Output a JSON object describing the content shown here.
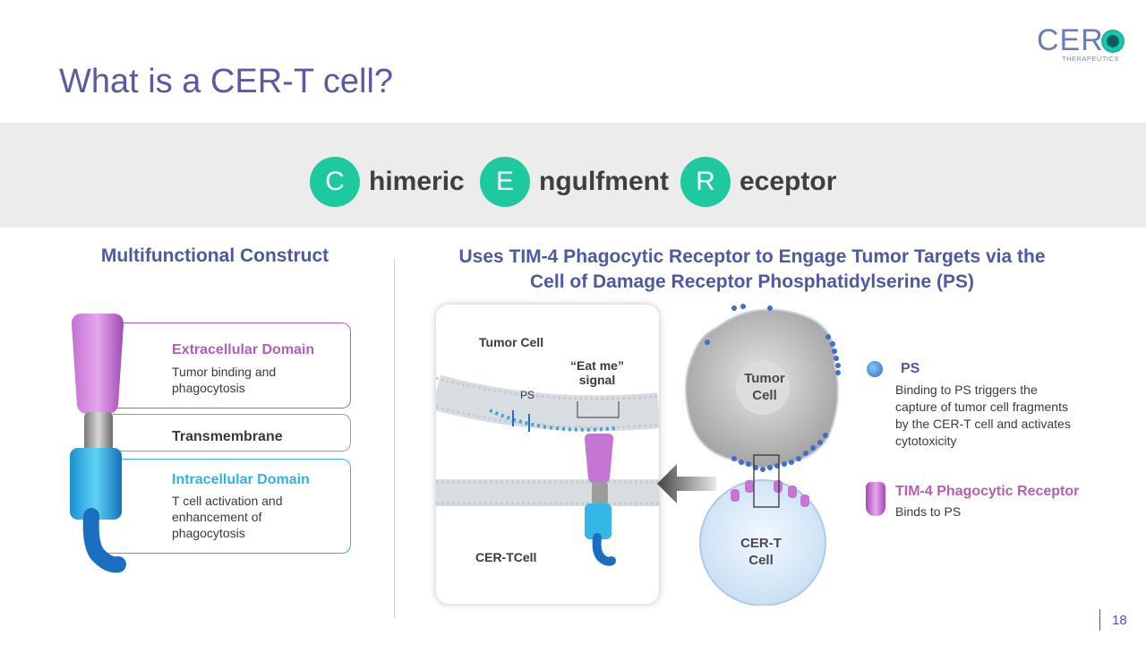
{
  "title": "What is a CER-T cell?",
  "logo": {
    "main": "CER",
    "sub": "THERAPEUTICS"
  },
  "acronym": [
    {
      "letter": "C",
      "rest": "himeric"
    },
    {
      "letter": "E",
      "rest": "ngulfment"
    },
    {
      "letter": "R",
      "rest": "eceptor"
    }
  ],
  "left": {
    "heading": "Multifunctional Construct",
    "extracellular": {
      "title": "Extracellular Domain",
      "desc1": "Tumor binding and",
      "desc2": "phagocytosis"
    },
    "transmembrane": {
      "title": "Transmembrane"
    },
    "intracellular": {
      "title": "Intracellular Domain",
      "desc1": "T cell activation and",
      "desc2": "enhancement of",
      "desc3": "phagocytosis"
    }
  },
  "right": {
    "heading_line1": "Uses TIM-4 Phagocytic Receptor to Engage Tumor Targets via the",
    "heading_line2": "Cell of Damage Receptor Phosphatidylserine (PS)",
    "panel": {
      "tumor_cell": "Tumor Cell",
      "eat_me_1": "“Eat me”",
      "eat_me_2": "signal",
      "ps": "PS",
      "cert_cell": "CER-TCell"
    },
    "big_tumor_1": "Tumor",
    "big_tumor_2": "Cell",
    "big_cert_1": "CER-T",
    "big_cert_2": "Cell",
    "legend_ps": {
      "title": "PS",
      "desc1": "Binding to PS triggers the",
      "desc2": "capture of tumor cell fragments",
      "desc3": "by the CER-T cell and activates",
      "desc4": "cytotoxicity"
    },
    "legend_tim4": {
      "title": "TIM-4 Phagocytic Receptor",
      "desc": "Binds to PS"
    }
  },
  "page_number": "18",
  "colors": {
    "title": "#5a5aa0",
    "accent_green": "#1ec9a0",
    "heading_blue": "#4d5a9e",
    "purple": "#b35fb3",
    "cyan": "#2eb5dd"
  }
}
